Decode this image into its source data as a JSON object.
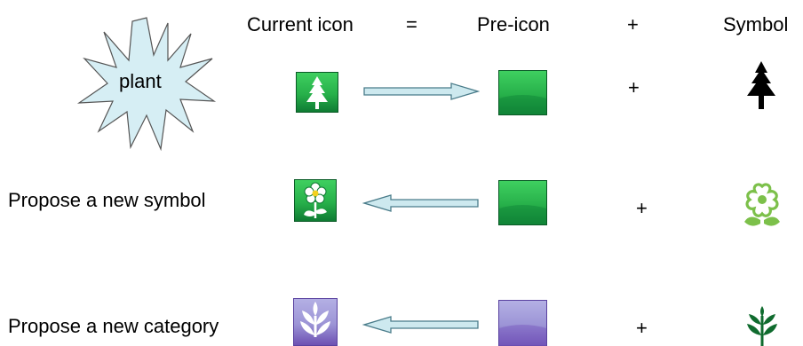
{
  "header": {
    "current_icon": "Current icon",
    "equals": "=",
    "pre_icon": "Pre-icon",
    "plus": "+",
    "symbol": "Symbol"
  },
  "burst_label": "plant",
  "rows": [
    {
      "label": "",
      "plus": "+",
      "arrow": "right",
      "icon_theme": "green",
      "symbol": "tree"
    },
    {
      "label": "Propose a new symbol",
      "plus": "+",
      "arrow": "left",
      "icon_theme": "green",
      "symbol": "flower"
    },
    {
      "label": "Propose a new category",
      "plus": "+",
      "arrow": "left",
      "icon_theme": "purple",
      "symbol": "wheat"
    }
  ],
  "colors": {
    "green_light": "#3fd060",
    "green_dark": "#0e7a33",
    "purple_light": "#a8a3dc",
    "purple_dark": "#6c4fb2",
    "arrow_fill": "#cde9ef",
    "arrow_stroke": "#4a7c8a",
    "burst_fill": "#d6eef4"
  }
}
